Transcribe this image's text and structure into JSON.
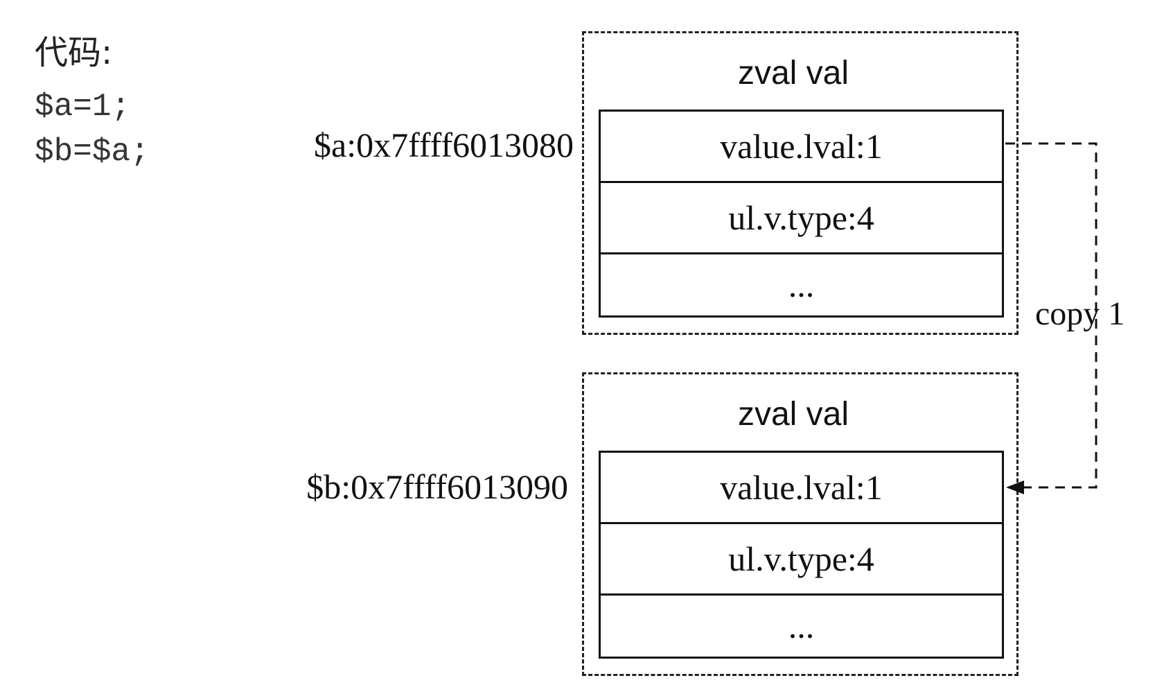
{
  "code": {
    "title": "代码:",
    "lines": [
      "$a=1;",
      "$b=$a;"
    ]
  },
  "zvals": [
    {
      "title": "zval val",
      "address": "$a:0x7ffff6013080",
      "fields": [
        "value.lval:1",
        "ul.v.type:4",
        "..."
      ]
    },
    {
      "title": "zval val",
      "address": "$b:0x7ffff6013090",
      "fields": [
        "value.lval:1",
        "ul.v.type:4",
        "..."
      ]
    }
  ],
  "arrow": {
    "label": "copy 1"
  },
  "colors": {
    "line": "#111111",
    "background": "#ffffff"
  }
}
